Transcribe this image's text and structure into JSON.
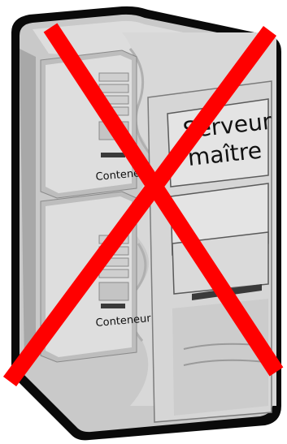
{
  "illustration": {
    "main_server_label_line1": "Serveur",
    "main_server_label_line2": "maître",
    "container_label_top": "Conteneur",
    "container_label_bottom": "Conteneur"
  },
  "colors": {
    "case_outline": "#0a0a0a",
    "case_body": "#cfcfcf",
    "panel_light": "#e6e6e6",
    "panel_mid": "#bdbdbd",
    "slot_dark": "#3a3a3a",
    "cross": "#ff0000"
  },
  "icon": "crossed-out-server-icon"
}
